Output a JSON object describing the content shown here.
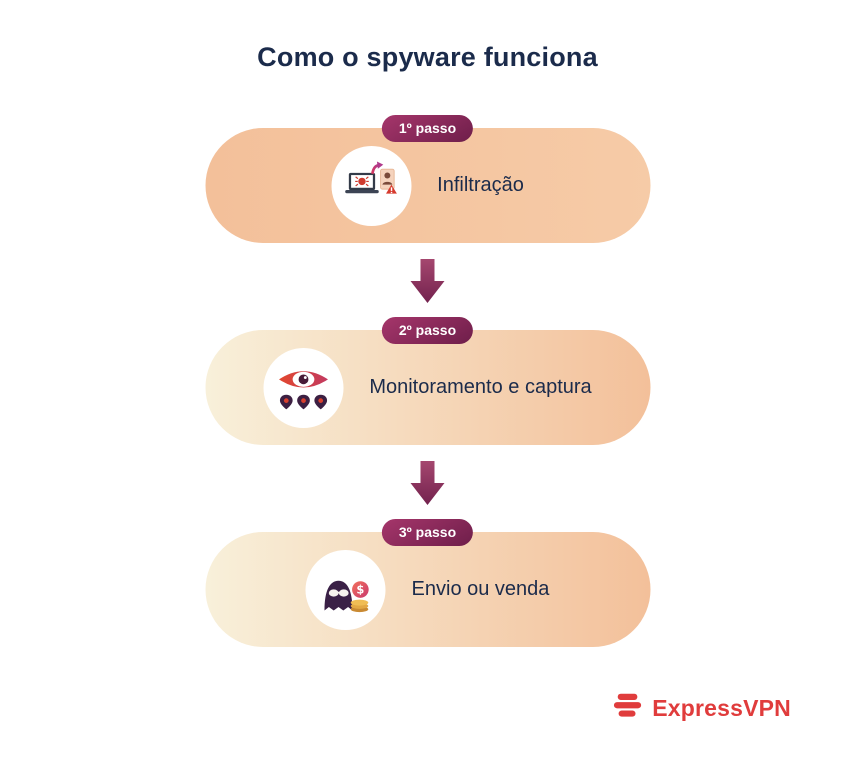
{
  "title": "Como o spyware funciona",
  "steps": [
    {
      "badge": "1º passo",
      "label": "Infiltração",
      "icon": "laptop-bug-infiltration-icon"
    },
    {
      "badge": "2º passo",
      "label": "Monitoramento e captura",
      "icon": "eye-location-pins-icon"
    },
    {
      "badge": "3º passo",
      "label": "Envio ou venda",
      "icon": "spy-money-icon"
    }
  ],
  "brand": {
    "name": "ExpressVPN",
    "color": "#e03c3c",
    "icon": "expressvpn-bars-icon"
  },
  "colors": {
    "title_navy": "#1b2b4b",
    "badge_plum_dark": "#6e1e4a",
    "badge_plum_light": "#a6366b",
    "pill_peach": "#f3c09a",
    "pill_cream": "#f8f0da",
    "arrow_plum": "#8e3563",
    "brand_red": "#e03c3c"
  }
}
